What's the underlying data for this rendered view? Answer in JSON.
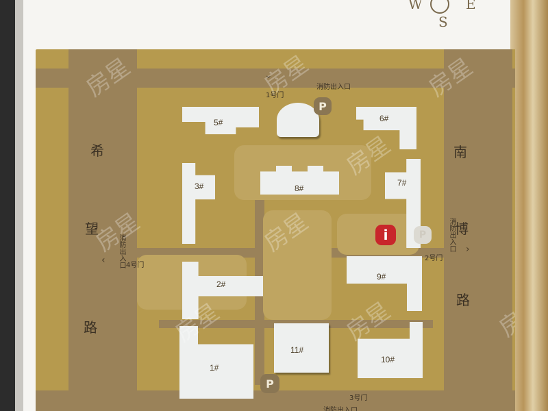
{
  "compass": {
    "w": "W",
    "e": "E",
    "s": "S"
  },
  "roads": {
    "west": [
      "希",
      "望",
      "路"
    ],
    "east": [
      "南",
      "博",
      "路"
    ]
  },
  "gates": {
    "gate1": "1号门",
    "gate1_note": "消防出入口",
    "gate2": "2号门",
    "gate3": "3号门",
    "gate4": "4号门",
    "west_note": "消防出入口",
    "east_note": "消防出入口",
    "south_note": "消防出入口"
  },
  "buildings": [
    "1#",
    "2#",
    "3#",
    "5#",
    "6#",
    "7#",
    "8#",
    "9#",
    "10#",
    "11#"
  ],
  "markers": {
    "parking": "P",
    "info": "i"
  },
  "watermark": "房星",
  "colors": {
    "ground": "#b69a4e",
    "road": "#9a8259",
    "building": "#eef0ef",
    "info": "#c8262b"
  }
}
